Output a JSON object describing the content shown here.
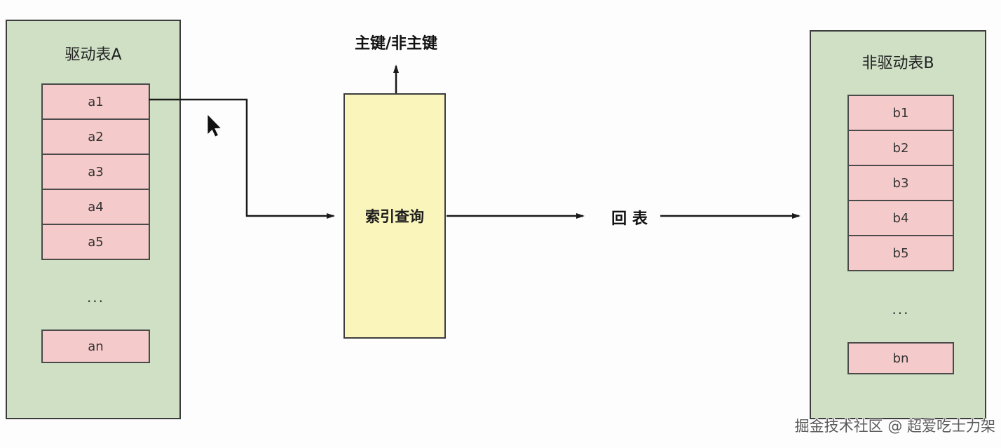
{
  "tableA": {
    "title": "驱动表A",
    "rows": [
      "a1",
      "a2",
      "a3",
      "a4",
      "a5"
    ],
    "ellipsis": "...",
    "last_row": "an"
  },
  "tableB": {
    "title": "非驱动表B",
    "rows": [
      "b1",
      "b2",
      "b3",
      "b4",
      "b5"
    ],
    "ellipsis": "...",
    "last_row": "bn"
  },
  "index_box": {
    "label": "索引查询"
  },
  "key_label": "主键/非主键",
  "back_to_table_label": "回 表",
  "watermark": "掘金技术社区 @ 超爱吃士力架",
  "colors": {
    "table_fill": "#cfe0c5",
    "row_fill": "#f5caca",
    "index_fill": "#faf5bb",
    "border": "#3d3d3d",
    "arrow": "#1a1a1a"
  }
}
